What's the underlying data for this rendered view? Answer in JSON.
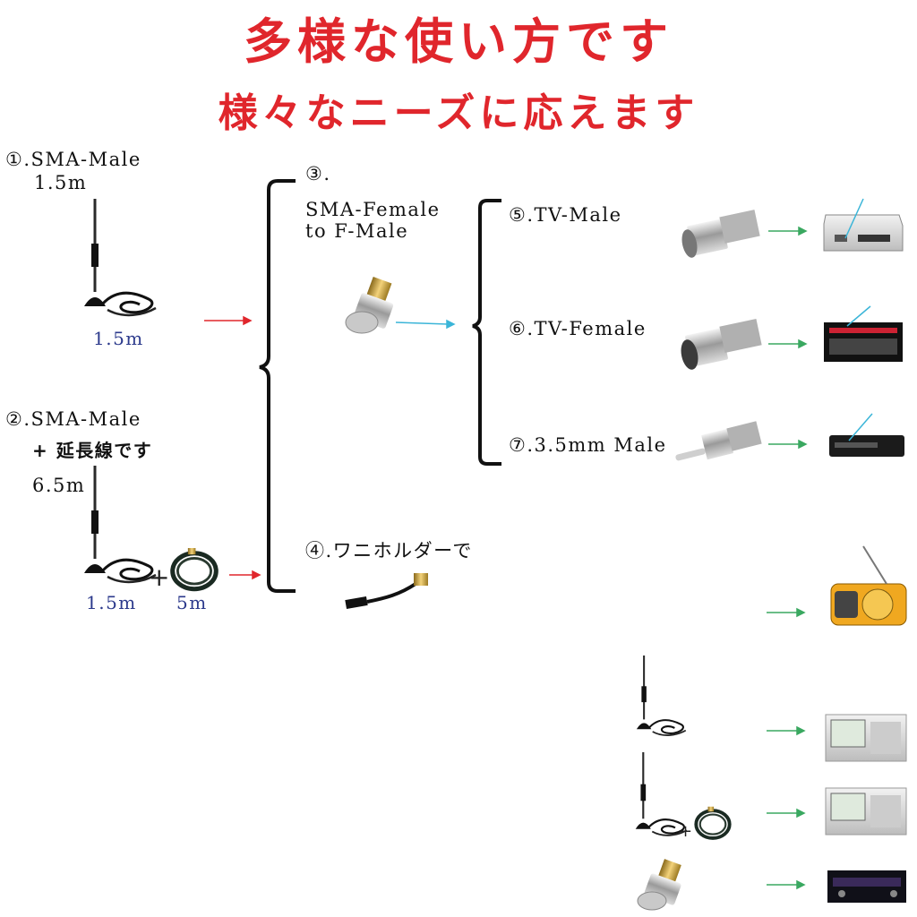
{
  "title": "多様な使い方です",
  "subtitle": "様々なニーズに応えます",
  "items": {
    "i1": {
      "line1": "①.SMA-Male",
      "line2": "1.5m",
      "len": "1.5m"
    },
    "i2": {
      "line1": "②.SMA-Male",
      "line2": "+ 延長線です",
      "line3": "6.5m",
      "len_a": "1.5m",
      "plus": "+",
      "len_b": "5m"
    },
    "i3": {
      "line1": "③.",
      "line2": "SMA-Female",
      "line3": "to F-Male"
    },
    "i4": {
      "line1": "④.ワニホルダーで"
    },
    "i5": {
      "line1": "⑤.TV-Male"
    },
    "i6": {
      "line1": "⑥.TV-Female"
    },
    "i7": {
      "line1": "⑦.3.5mm Male"
    }
  },
  "colors": {
    "title": "#e0262c",
    "arrow_red": "#e0262c",
    "arrow_cyan": "#3bb5d8",
    "arrow_green": "#3aa860",
    "length_text": "#2c3a8c"
  },
  "icons": [
    "antenna-icon",
    "coax-cable-icon",
    "sma-f-adapter-icon",
    "tv-male-plug-icon",
    "tv-female-plug-icon",
    "mini-jack-plug-icon",
    "alligator-clip-cable-icon",
    "set-top-box-icon",
    "av-receiver-icon",
    "media-player-icon",
    "emergency-radio-icon",
    "spectrum-analyzer-icon",
    "amplifier-icon"
  ]
}
